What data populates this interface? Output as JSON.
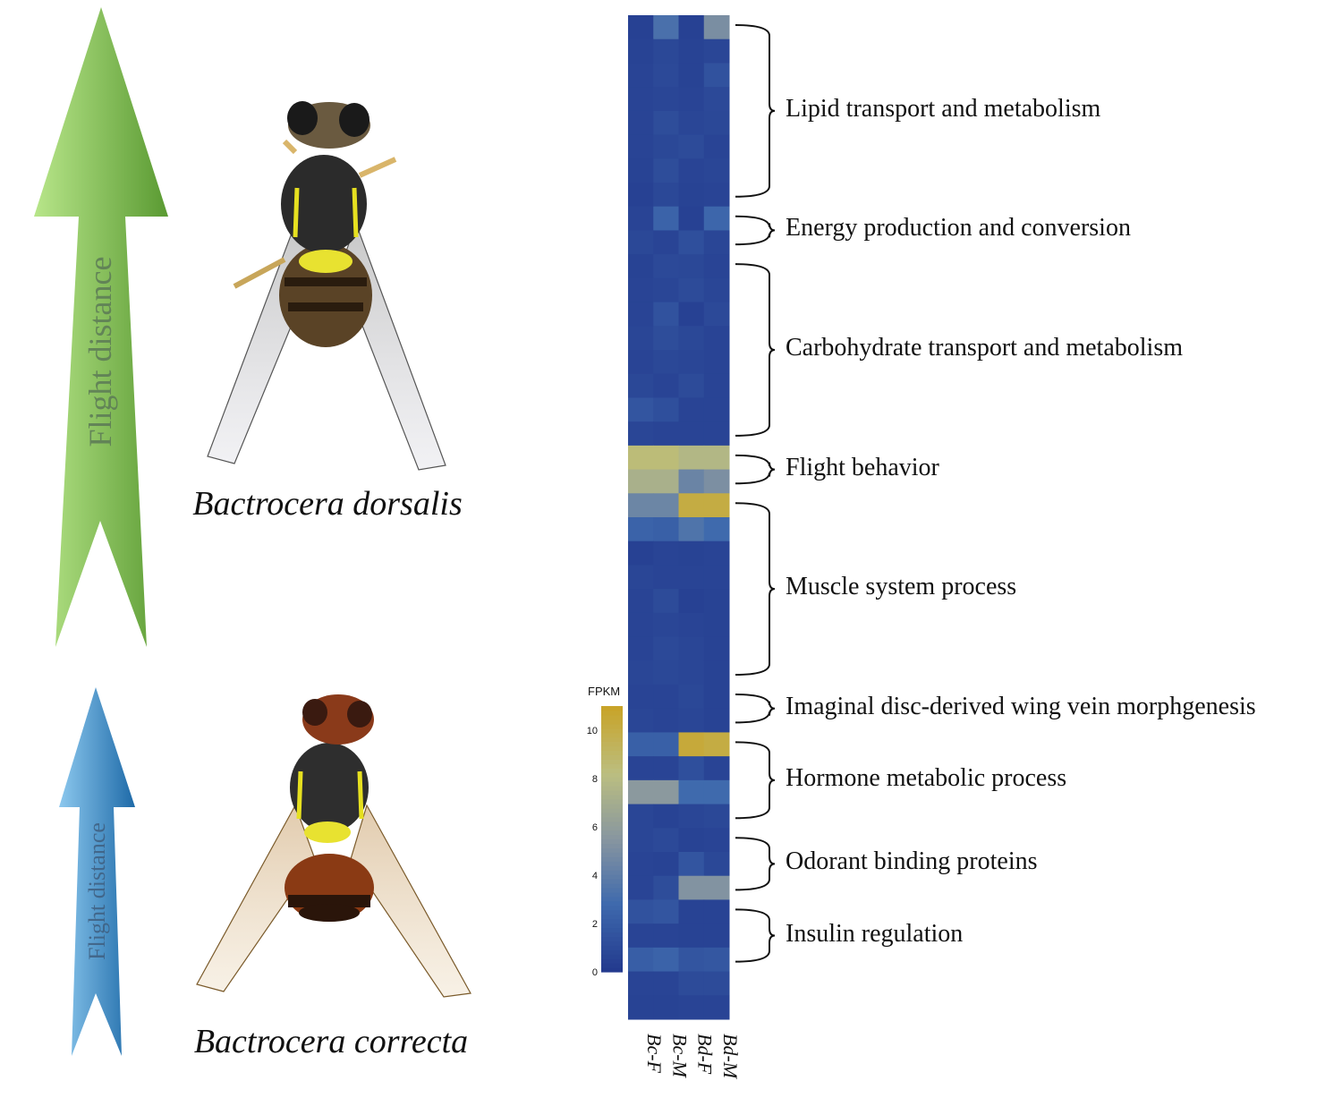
{
  "arrows": [
    {
      "label": "Flight distance",
      "color_light": "#b8e68a",
      "color_dark": "#5a9a32"
    },
    {
      "label": "Flight distance",
      "color_light": "#8cc8ee",
      "color_dark": "#1e6aa8"
    }
  ],
  "species": [
    {
      "name": "Bactrocera dorsalis"
    },
    {
      "name": "Bactrocera correcta"
    }
  ],
  "chart_data": {
    "type": "heatmap",
    "columns": [
      "Bc-F",
      "Bc-M",
      "Bd-F",
      "Bd-M"
    ],
    "colorbar": {
      "title": "FPKM",
      "ticks": [
        0,
        2,
        4,
        6,
        8,
        10
      ],
      "range": [
        0,
        11
      ],
      "colors": [
        "#233a8e",
        "#3e69ad",
        "#8796a0",
        "#bbbe80",
        "#c8a42a"
      ]
    },
    "categories": [
      {
        "label": "Lipid transport and metabolism",
        "rows": 8
      },
      {
        "label": "Energy production and conversion",
        "rows": 2
      },
      {
        "label": "Carbohydrate transport and metabolism",
        "rows": 8
      },
      {
        "label": "Flight behavior",
        "rows": 2
      },
      {
        "label": "Muscle system process",
        "rows": 8
      },
      {
        "label": "Imaginal disc-derived wing vein morphgenesis",
        "rows": 2
      },
      {
        "label": "Hormone metabolic process",
        "rows": 4
      },
      {
        "label": "Odorant binding proteins",
        "rows": 3
      },
      {
        "label": "Insulin regulation",
        "rows": 3
      }
    ],
    "values": [
      [
        0.4,
        3.2,
        0.4,
        5.0
      ],
      [
        0.5,
        0.8,
        0.5,
        0.7
      ],
      [
        0.6,
        0.9,
        0.5,
        1.4
      ],
      [
        0.6,
        0.7,
        0.6,
        0.9
      ],
      [
        0.6,
        1.1,
        0.7,
        0.8
      ],
      [
        0.6,
        0.8,
        1.0,
        0.6
      ],
      [
        0.5,
        1.1,
        0.6,
        0.7
      ],
      [
        0.4,
        0.8,
        0.5,
        0.6
      ],
      [
        0.6,
        2.4,
        0.4,
        2.6
      ],
      [
        0.8,
        0.6,
        1.2,
        0.7
      ],
      [
        0.5,
        0.9,
        0.8,
        0.6
      ],
      [
        0.6,
        0.7,
        1.0,
        0.7
      ],
      [
        0.6,
        1.4,
        0.4,
        0.9
      ],
      [
        0.7,
        1.1,
        0.8,
        0.6
      ],
      [
        0.6,
        0.8,
        0.7,
        0.6
      ],
      [
        0.8,
        0.6,
        1.0,
        0.6
      ],
      [
        1.6,
        1.2,
        0.6,
        0.6
      ],
      [
        0.7,
        0.6,
        0.6,
        0.6
      ],
      [
        8.5,
        8.5,
        7.8,
        7.8
      ],
      [
        7.3,
        7.3,
        4.4,
        5.1
      ],
      [
        4.5,
        4.5,
        10.2,
        10.2
      ],
      [
        2.4,
        2.2,
        3.4,
        2.8
      ],
      [
        0.4,
        0.6,
        0.5,
        0.6
      ],
      [
        0.7,
        0.6,
        0.6,
        0.6
      ],
      [
        0.6,
        1.0,
        0.4,
        0.5
      ],
      [
        0.6,
        0.7,
        0.6,
        0.5
      ],
      [
        0.6,
        0.9,
        0.7,
        0.5
      ],
      [
        0.7,
        0.8,
        0.7,
        0.5
      ],
      [
        0.6,
        0.6,
        0.8,
        0.5
      ],
      [
        0.7,
        0.6,
        0.7,
        0.5
      ],
      [
        2.2,
        2.2,
        10.5,
        10.2
      ],
      [
        0.6,
        0.6,
        1.2,
        0.6
      ],
      [
        5.7,
        5.7,
        2.8,
        2.8
      ],
      [
        0.7,
        0.5,
        0.7,
        0.8
      ],
      [
        0.7,
        0.9,
        0.5,
        0.6
      ],
      [
        0.6,
        0.5,
        1.6,
        0.8
      ],
      [
        0.6,
        1.1,
        5.3,
        5.3
      ],
      [
        1.4,
        1.6,
        0.5,
        0.5
      ],
      [
        0.6,
        0.6,
        0.5,
        0.5
      ],
      [
        2.1,
        2.4,
        1.6,
        1.7
      ],
      [
        0.6,
        0.6,
        1.0,
        1.0
      ],
      [
        0.5,
        0.5,
        0.6,
        0.6
      ]
    ]
  }
}
